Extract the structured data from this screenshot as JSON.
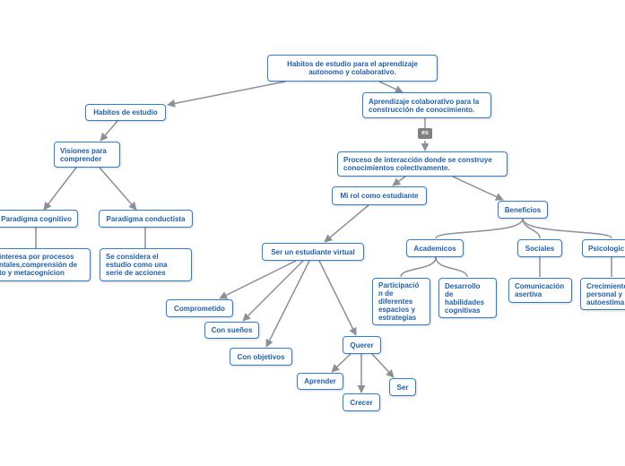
{
  "nodes": {
    "root": "Habitos de estudio para el aprendizaje autonomo y colaborativo.",
    "habitos": "Habitos de estudio",
    "aprendizaje_colab": "Aprendizaje colaborativo para la construcción de conocimiento.",
    "visiones": "Visiones para comprender",
    "proceso": "Proceso de interacción donde se construye conocimientos colectivamente.",
    "paradigma_cognitivo": "Paradigma cognitivo",
    "paradigma_conductista": "Paradigma conductista",
    "mi_rol": "Mi rol como estudiante",
    "beneficios": "Beneficios",
    "interesa": "interesa por procesos ntales,comprensión de to y metacognicion",
    "se_considera": "Se considera el estudio como una serie de acciones",
    "ser_virtual": "Ser un estudiante virtual",
    "academicos": "Academicos",
    "sociales": "Sociales",
    "psicologicos": "Psicologic",
    "comprometido": "Comprometido",
    "con_suenos": "Con sueños",
    "con_objetivos": "Con objetivos",
    "querer": "Querer",
    "participacion": "Participació n de diferentes espacios y estrategias",
    "desarrollo": "Desarrollo de habilidades cognitivas",
    "comunicacion": "Comunicación asertiva",
    "crecimiento": "Crecimiento personal y autoestima",
    "aprender": "Aprender",
    "crecer": "Crecer",
    "ser": "Ser"
  },
  "link_label": "es",
  "colors": {
    "node_border": "#2f7dd1",
    "node_text": "#1f5fa8",
    "connector": "#8a8f98",
    "label_bg": "#808080"
  }
}
